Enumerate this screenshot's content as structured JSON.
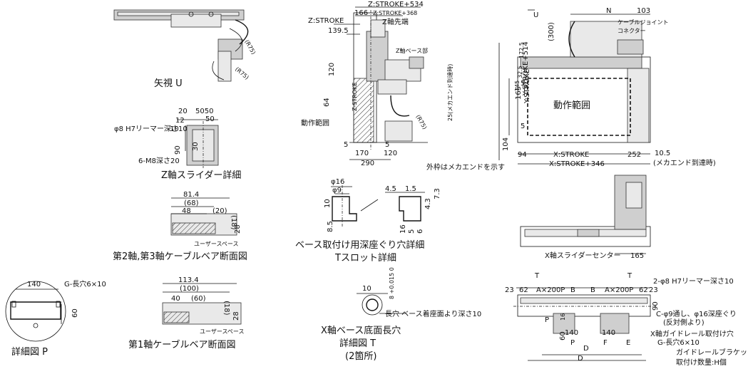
{
  "labels": {
    "view_u": "矢視 U",
    "z_slider_detail": "Z軸スライダー詳細",
    "cable_23": "第2軸,第3軸ケーブルベア断面図",
    "cable_1": "第1軸ケーブルベア断面図",
    "detail_p": "詳細図 P",
    "base_counterbore_1": "ベース取付け用深座ぐり穴詳細",
    "base_counterbore_2": "Tスロット詳細",
    "x_slot_1": "X軸ベース底面長穴",
    "x_slot_2": "詳細図 T",
    "x_slot_3": "(2箇所)",
    "motion_range_main": "動作範囲",
    "motion_range_side": "動作範囲",
    "user_space_1": "ユーザースペース",
    "user_space_2": "ユーザースペース",
    "cable_joint_1": "ケーブルジョイント",
    "cable_joint_2": "コネクター",
    "z_tip": "Z軸先端",
    "z_base": "Z軸ベース部",
    "z_stroke_label": "Z:STROKE",
    "mech_end_25": "25(メカエンド到達時)",
    "frame_mech_end": "外枠はメカエンドを示す",
    "mech_end_105": "10.5",
    "mech_end_105b": "(メカエンド到達時)",
    "x_slider_center": "X軸スライダーセンター",
    "u_mark": "U",
    "t_mark_1": "T",
    "t_mark_2": "T",
    "p_mark": "P",
    "slot_label": "長穴 ベース着座面より深さ10",
    "g_slot_p": "G-長穴6×10",
    "ream_2": "2-φ8 H7リーマー深さ10",
    "c_hole_1": "C-φ9通し、φ16深座ぐり",
    "c_hole_2": "(反対側より)",
    "x_guide_1": "X軸ガイドレール取付け穴",
    "x_guide_2": "G-長穴6×10",
    "guide_bracket_1": "ガイドレールブラケット",
    "guide_bracket_2": "取付け数量:H個",
    "ream_z": "φ8 H7リーマー深さ10",
    "m8": "6-M8深さ20",
    "r75a": "(R75)",
    "r75b": "(R75)",
    "r75c": "(R75)",
    "stroke_z_text": "Z-STROKE"
  },
  "dims": {
    "z534": "Z:STROKE+534",
    "z368": "Z:STROKE+368",
    "d166": "166",
    "d1395": "139.5",
    "d120a": "120",
    "d64": "64",
    "d5a": "5",
    "d5b": "5",
    "d170": "170",
    "d120b": "120",
    "d290": "290",
    "n": "N",
    "d103": "103",
    "d300": "(300)",
    "d1725": "172.5",
    "d325": "32.5",
    "d145": "145",
    "d165v": "165",
    "d5c": "5",
    "d5d": "5",
    "y514": "Y:STROKE+514",
    "ystroke": "Y:STROKE",
    "d104": "104",
    "d94": "94",
    "xstroke": "X:STROKE",
    "d252": "252",
    "x346": "X:STROKE+346",
    "d165h": "165",
    "d20": "20",
    "d5050": "5050",
    "d12": "12",
    "d10": "10",
    "d50": "50",
    "d90": "90",
    "d30": "30",
    "d814": "81.4",
    "d68": "(68)",
    "d48": "48",
    "d20p": "(20)",
    "d18a": "(18)",
    "d28a": "28",
    "d1134": "113.4",
    "d100": "(100)",
    "d40": "40",
    "d60p": "(60)",
    "d18b": "(18)",
    "d28b": "28",
    "phi16": "φ16",
    "phi9": "φ9",
    "d45": "4.5",
    "d15": "1.5",
    "d10b": "10",
    "d85": "8.5",
    "d43": "4.3",
    "d73": "7.3",
    "d16": "16",
    "d5e": "5",
    "d6": "6",
    "d10c": "10",
    "tol": "8 +0.015 0",
    "d140": "140",
    "d60": "60",
    "d23": "23",
    "d62a": "62",
    "a200a": "A×200P",
    "b1": "B",
    "b2": "B",
    "a200b": "A×200P",
    "d62b": "62",
    "d23b": "23",
    "d90b": "90",
    "d140b": "140",
    "d140c": "140",
    "d60b": "60",
    "p": "P",
    "f": "F",
    "e": "E",
    "d": "D",
    "dd": "D",
    "d16b": "16"
  }
}
